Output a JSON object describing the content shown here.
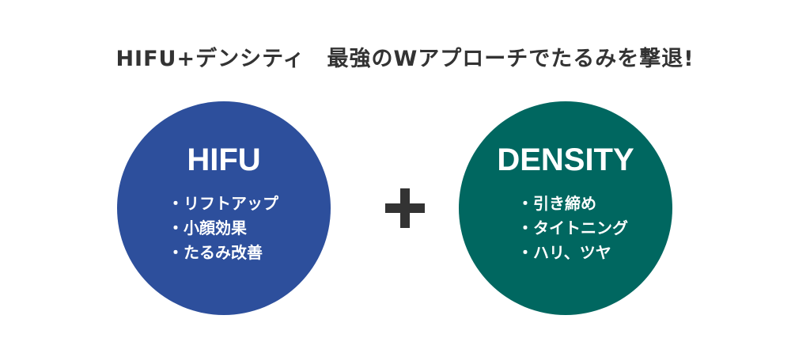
{
  "headline": "HIFU+デンシティ　最強のWアプローチでたるみを撃退!",
  "left": {
    "title": "HIFU",
    "color": "#2d4f9c",
    "items": [
      "・リフトアップ",
      "・小顔効果",
      "・たるみ改善"
    ]
  },
  "right": {
    "title": "DENSITY",
    "color": "#006760",
    "items": [
      "・引き締め",
      "・タイトニング",
      "・ハリ、ツヤ"
    ]
  },
  "operator_icon": "plus-icon"
}
